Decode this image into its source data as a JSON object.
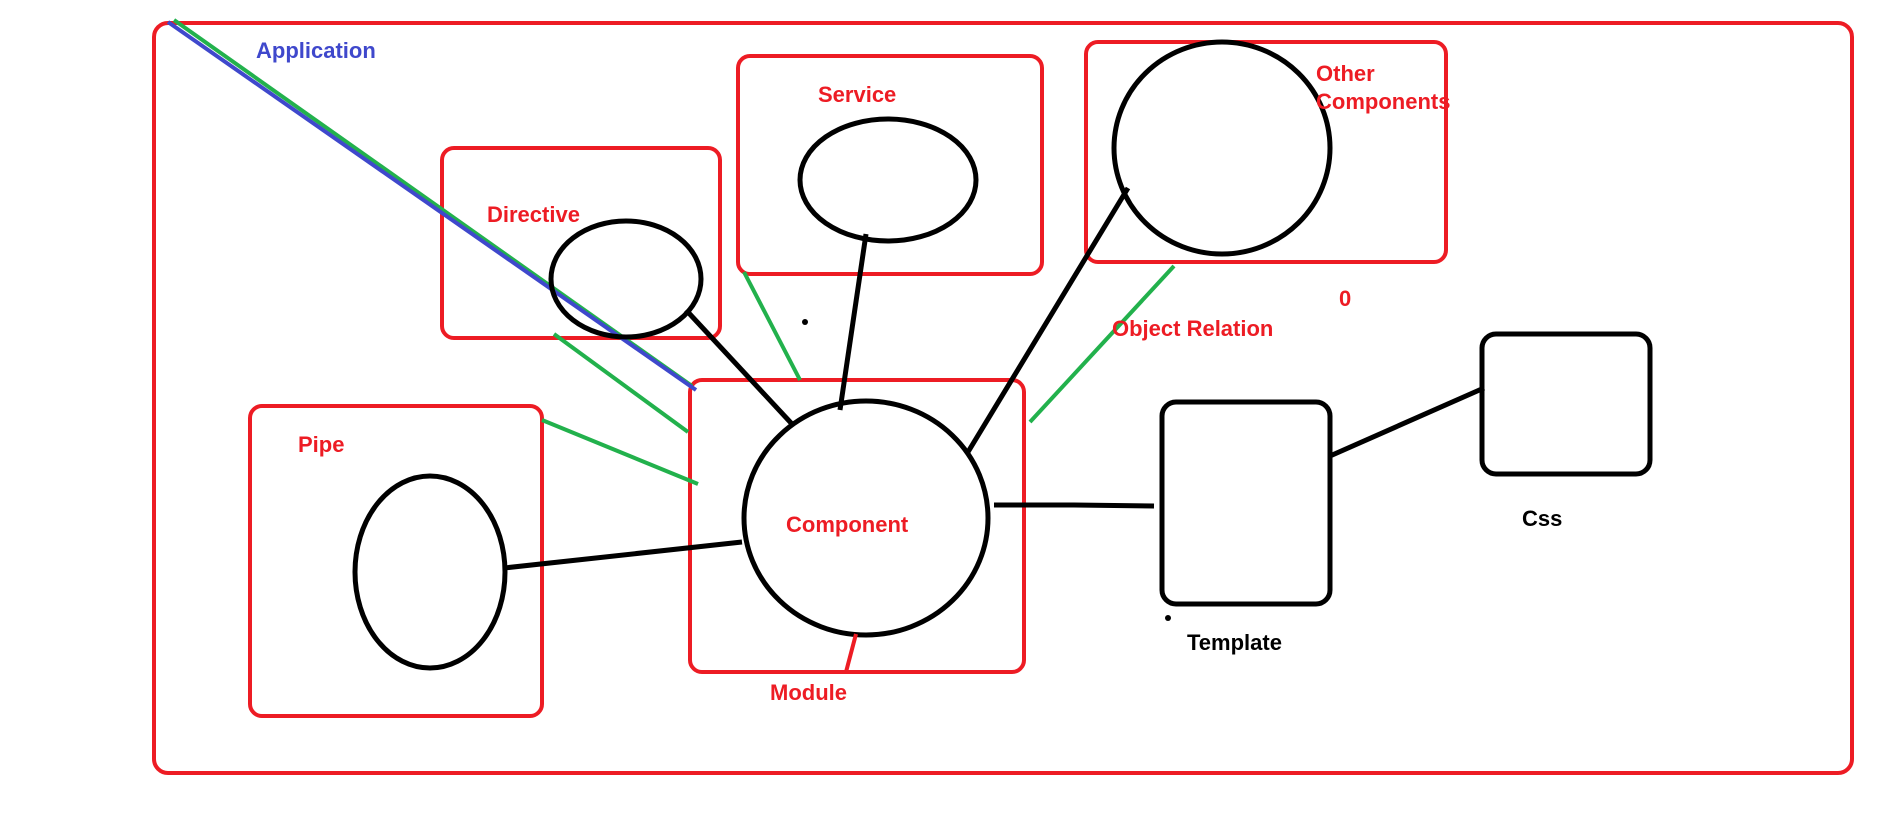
{
  "colors": {
    "red": "#ed1c24",
    "black": "#000000",
    "green": "#22b14c",
    "blue": "#3f48cc"
  },
  "labels": {
    "application": "Application",
    "directive": "Directive",
    "service": "Service",
    "other_components_line1": "Other",
    "other_components_line2": "Components",
    "object_relation": "Object Relation",
    "zero": "0",
    "pipe": "Pipe",
    "component": "Component",
    "module": "Module",
    "template": "Template",
    "css": "Css"
  }
}
